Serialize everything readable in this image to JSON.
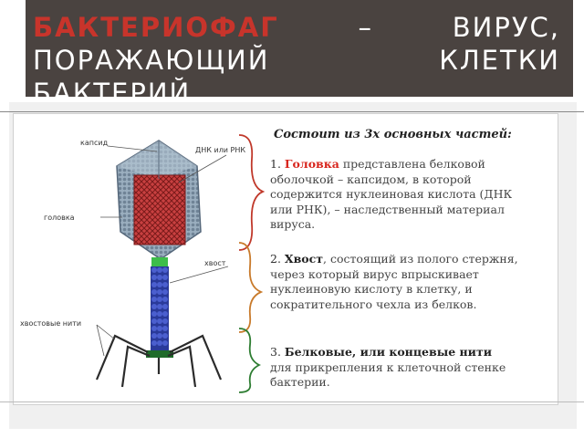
{
  "title": {
    "highlight": "БАКТЕРИОФАГ",
    "rest_line1": " – ВИРУС,",
    "line2": "ПОРАЖАЮЩИЙ КЛЕТКИ",
    "line3": "БАКТЕРИЙ."
  },
  "labels": {
    "capsid": "капсид",
    "dna_rna": "ДНК или РНК",
    "head": "головка",
    "tail": "хвост",
    "tail_fibers": "хвостовые нити"
  },
  "text": {
    "heading": "Состоит из 3х основных частей:",
    "part1_num": "1.",
    "part1_term": "Головка",
    "part1_body": " представлена белковой оболочкой – капсидом, в которой содержится нуклеиновая кислота (ДНК или РНК), – наследственный материал вируса.",
    "part2_num": "2.",
    "part2_term": "Хвост",
    "part2_body": ", состоящий из полого стержня, через который вирус впрыскивает нуклеиновую кислоту в клетку, и сократительного чехла из белков.",
    "part3_num": "3.",
    "part3_term": "Белковые, или концевые нити",
    "part3_body": "для прикрепления к клеточной стенке бактерии."
  },
  "colors": {
    "title_band": "#4a4340",
    "title_highlight": "#c8342b",
    "brace_head": "#c0392b",
    "brace_tail": "#c87a2b",
    "brace_fibers": "#2e7d32",
    "capsid": "#8fa3b5",
    "dna": "#b03030",
    "tail": "#2a3a9a",
    "collar": "#3dbd4a"
  }
}
